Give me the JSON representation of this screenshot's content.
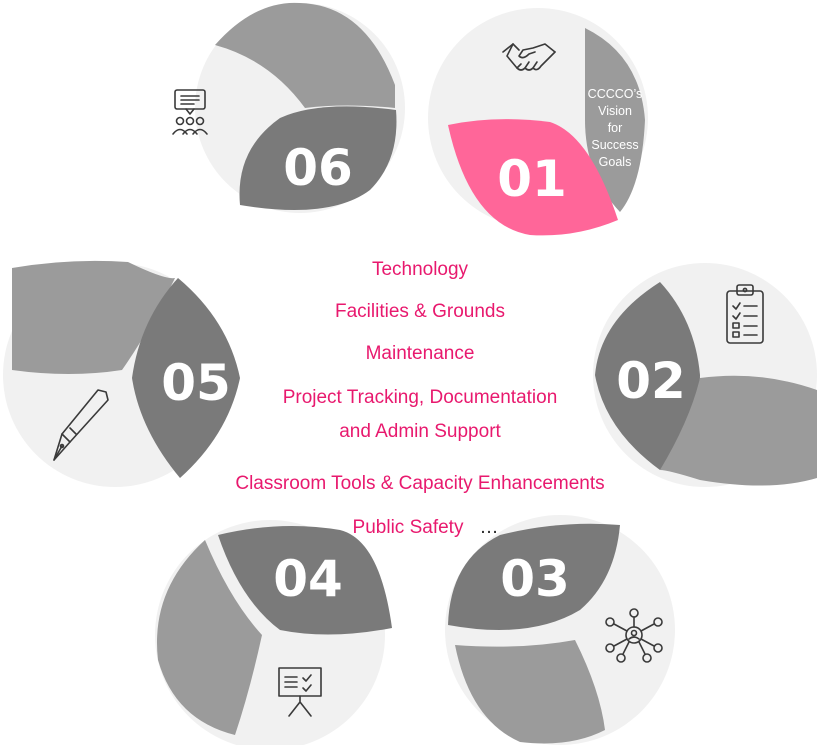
{
  "colors": {
    "dark": "#7a7a7a",
    "mid": "#9b9b9b",
    "light": "#f1f1f1",
    "accent": "#ff6699",
    "accent_text": "#e8196e",
    "number_text": "#ffffff"
  },
  "segments": [
    {
      "number": "01",
      "icon": "handshake-icon",
      "highlighted": true,
      "caption": [
        "CCCCO’s",
        "Vision",
        "for",
        "Success",
        "Goals"
      ]
    },
    {
      "number": "02",
      "icon": "clipboard-checklist-icon"
    },
    {
      "number": "03",
      "icon": "network-people-icon"
    },
    {
      "number": "04",
      "icon": "presentation-board-icon"
    },
    {
      "number": "05",
      "icon": "fountain-pen-icon"
    },
    {
      "number": "06",
      "icon": "meeting-discussion-icon"
    }
  ],
  "center_items": [
    "Technology",
    "Facilities  & Grounds",
    "Maintenance",
    "Project Tracking, Documentation",
    "and  Admin Support",
    "Classroom Tools & Capacity Enhancements",
    "Public Safety",
    "…"
  ]
}
